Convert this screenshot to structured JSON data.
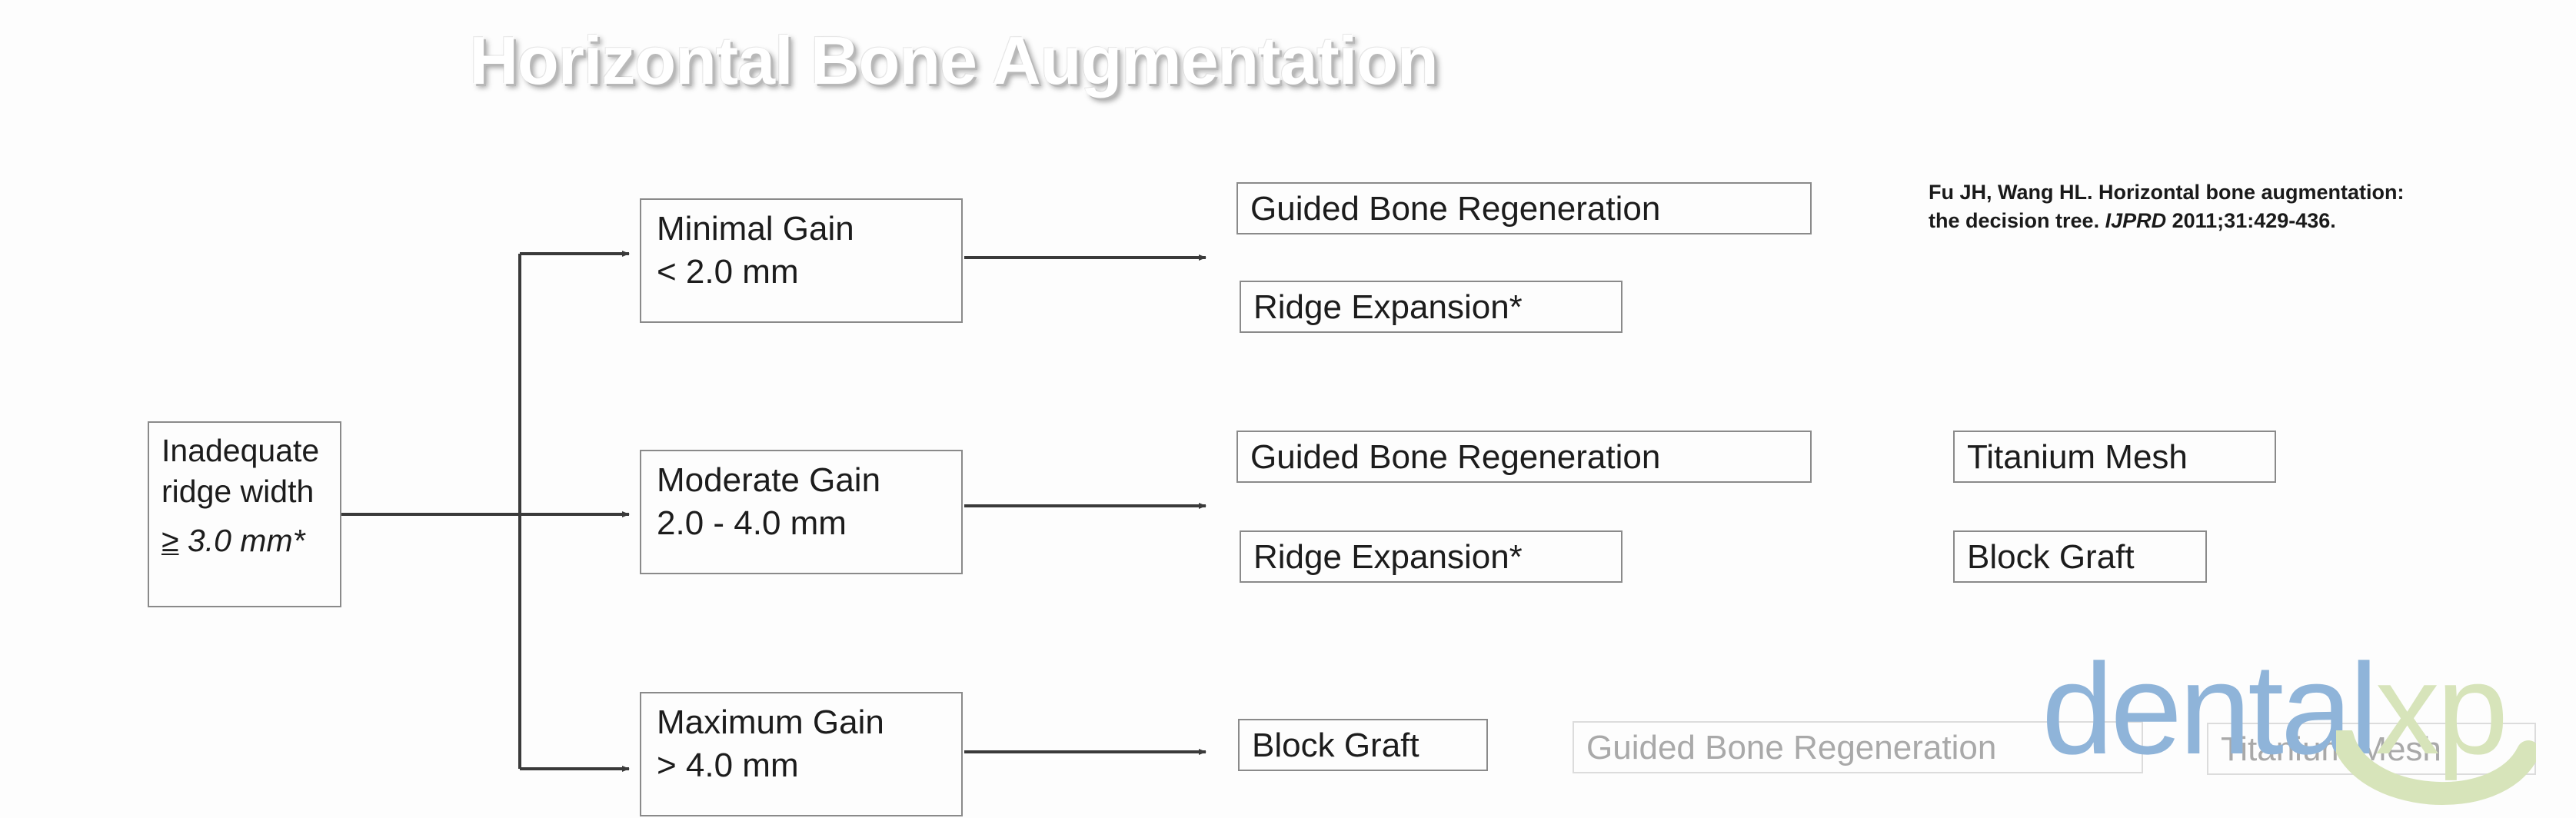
{
  "slide": {
    "title": "Horizontal Bone Augmentation",
    "background_color": "#fdfdfd",
    "title_color": "#ffffff",
    "title_shadow_color": "#b8b8b8"
  },
  "citation": {
    "authors_prefix": "Fu JH, Wang HL. Horizontal bone augmentation:",
    "line2_pre": "the decision tree. ",
    "journal": "IJPRD",
    "line2_post": " 2011;31:429-436."
  },
  "decision_tree": {
    "root": {
      "line1": "Inadequate",
      "line2": "ridge width",
      "line3_symbol": "≥",
      "line3_rest": " 3.0 mm*"
    },
    "branches": [
      {
        "id": "minimal",
        "label_line1": "Minimal Gain",
        "label_line2": "< 2.0 mm",
        "treatments": [
          {
            "id": "r1-gbr",
            "label": "Guided Bone Regeneration",
            "faded": false
          },
          {
            "id": "r1-ridge",
            "label": "Ridge Expansion*",
            "faded": false
          }
        ]
      },
      {
        "id": "moderate",
        "label_line1": "Moderate Gain",
        "label_line2": "2.0 - 4.0 mm",
        "treatments": [
          {
            "id": "r2-gbr",
            "label": "Guided Bone Regeneration",
            "faded": false
          },
          {
            "id": "r2-ridge",
            "label": "Ridge Expansion*",
            "faded": false
          },
          {
            "id": "r2-mesh",
            "label": "Titanium Mesh",
            "faded": false
          },
          {
            "id": "r2-block",
            "label": "Block Graft",
            "faded": false
          }
        ]
      },
      {
        "id": "maximum",
        "label_line1": "Maximum Gain",
        "label_line2": "> 4.0 mm",
        "treatments": [
          {
            "id": "r3-block",
            "label": "Block Graft",
            "faded": false
          },
          {
            "id": "r3-gbr",
            "label": "Guided Bone Regeneration",
            "faded": true
          },
          {
            "id": "r3-mesh",
            "label": "Titanium Mesh",
            "faded": true
          }
        ]
      }
    ]
  },
  "watermark": {
    "text_primary": "dental",
    "text_secondary": "xp",
    "color_primary": "#8fb4d9",
    "color_secondary": "#d7e4ba"
  }
}
